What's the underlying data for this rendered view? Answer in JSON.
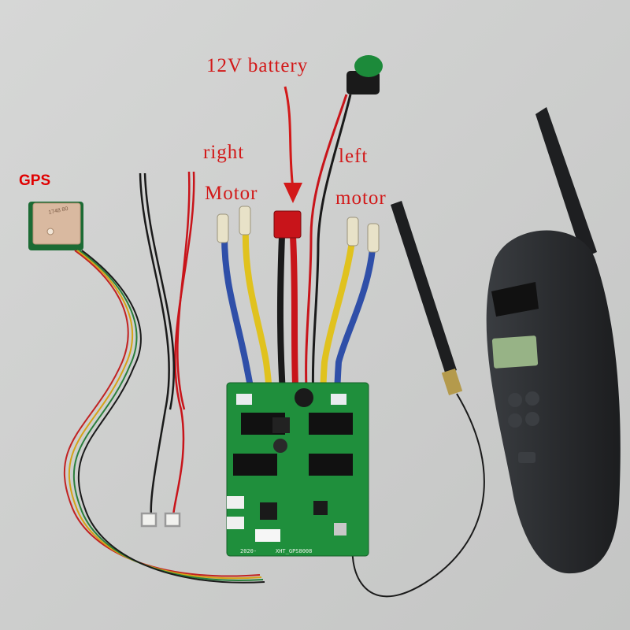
{
  "labels": {
    "gps": "GPS",
    "battery": "12V battery",
    "right_line1": "right",
    "right_line2": "Motor",
    "left_line1": "left",
    "left_line2": "motor"
  },
  "gps_module": {
    "chip_text": "1748 80"
  },
  "board": {
    "silkscreen_model": "XHT_GPS8008",
    "silkscreen_date": "2020-"
  },
  "colors": {
    "background": "#cfd0cf",
    "annotation": "#d21919",
    "gps_label": "#e00000",
    "pcb": "#1f8f3c",
    "remote": "#2b2d30",
    "remote_screen": "#97b386",
    "wire_red": "#c8141a",
    "wire_black": "#1a1a1a",
    "wire_blue": "#2f4fa8",
    "wire_yellow": "#e0c21e",
    "switch_green": "#1c8a3a"
  }
}
